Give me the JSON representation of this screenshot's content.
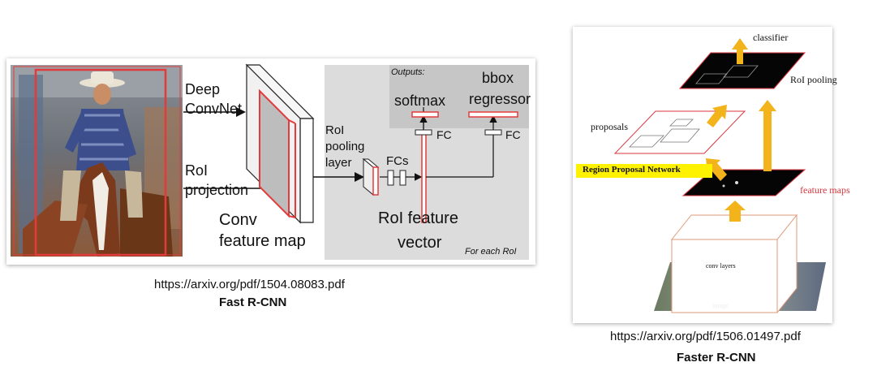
{
  "fast_rcnn": {
    "labels": {
      "deep_convnet_1": "Deep",
      "deep_convnet_2": "ConvNet",
      "roi_projection_1": "RoI",
      "roi_projection_2": "projection",
      "conv_feature_map_1": "Conv",
      "conv_feature_map_2": "feature map",
      "roi_pooling_layer_1": "RoI",
      "roi_pooling_layer_2": "pooling",
      "roi_pooling_layer_3": "layer",
      "fcs": "FCs",
      "outputs": "Outputs:",
      "softmax": "softmax",
      "bbox_1": "bbox",
      "bbox_2": "regressor",
      "fc_left": "FC",
      "fc_right": "FC",
      "roi_feature_vector_1": "RoI feature",
      "roi_feature_vector_2": "vector",
      "for_each_roi": "For each RoI"
    },
    "url": "https://arxiv.org/pdf/1504.08083.pdf",
    "title": "Fast R-CNN",
    "colors": {
      "accent": "#d9363e",
      "gray_box": "#dcdcdc",
      "outputs_box": "#c6c6c6"
    }
  },
  "faster_rcnn": {
    "labels": {
      "classifier": "classifier",
      "roi_pooling": "RoI pooling",
      "proposals": "proposals",
      "rpn": "Region Proposal Network",
      "feature_maps": "feature maps",
      "conv_layers": "conv layers",
      "image": "image"
    },
    "url": "https://arxiv.org/pdf/1506.01497.pdf",
    "title": "Faster R-CNN",
    "colors": {
      "arrow": "#f3b41b",
      "highlight": "#fff200",
      "feature_map_red": "#d9363e"
    }
  }
}
